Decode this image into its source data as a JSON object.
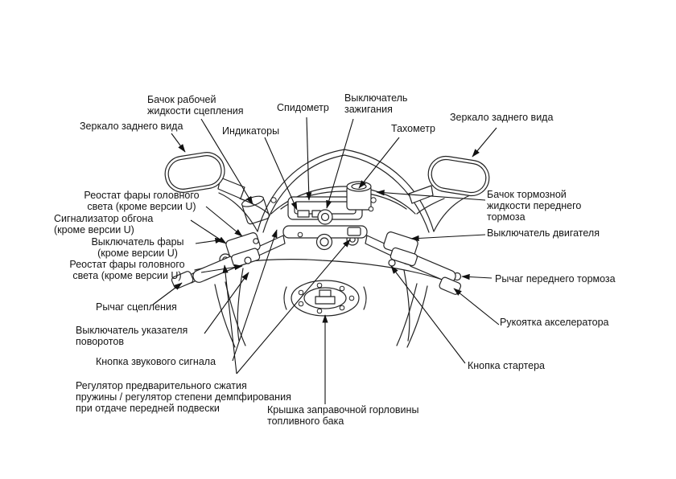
{
  "figure": {
    "type": "motorcycle-cockpit-callout-diagram",
    "colors": {
      "ink": "#1a1a1a",
      "background": "#ffffff"
    }
  },
  "labels": {
    "clutch_reservoir": "Бачок рабочей\nжидкости сцепления",
    "mirror_left": "Зеркало заднего вида",
    "indicators": "Индикаторы",
    "speedometer": "Спидометр",
    "ignition_switch": "Выключатель\nзажигания",
    "tachometer": "Тахометр",
    "mirror_right": "Зеркало заднего вида",
    "dimmer_top": "Реостат фары головного\nсвета (кроме версии U)",
    "passing_light": "Сигнализатор обгона\n(кроме версии U)",
    "headlight_switch": "Выключатель фары\n(кроме версии U)",
    "dimmer_bottom": "Реостат фары головного\nсвета (кроме версии U)",
    "clutch_lever": "Рычаг сцепления",
    "turn_signal_switch": "Выключатель указателя\nповоротов",
    "horn_button": "Кнопка звукового сигнала",
    "preload_adjuster": "Регулятор предварительного сжатия\nпружины / регулятор степени демпфирования\nпри отдаче передней подвески",
    "fuel_filler_cap": "Крышка заправочной горловины\nтопливного бака",
    "brake_reservoir": "Бачок тормозной\nжидкости переднего\nтормоза",
    "engine_stop_switch": "Выключатель двигателя",
    "front_brake_lever": "Рычаг переднего тормоза",
    "throttle_grip": "Рукоятка акселератора",
    "starter_button": "Кнопка стартера"
  }
}
